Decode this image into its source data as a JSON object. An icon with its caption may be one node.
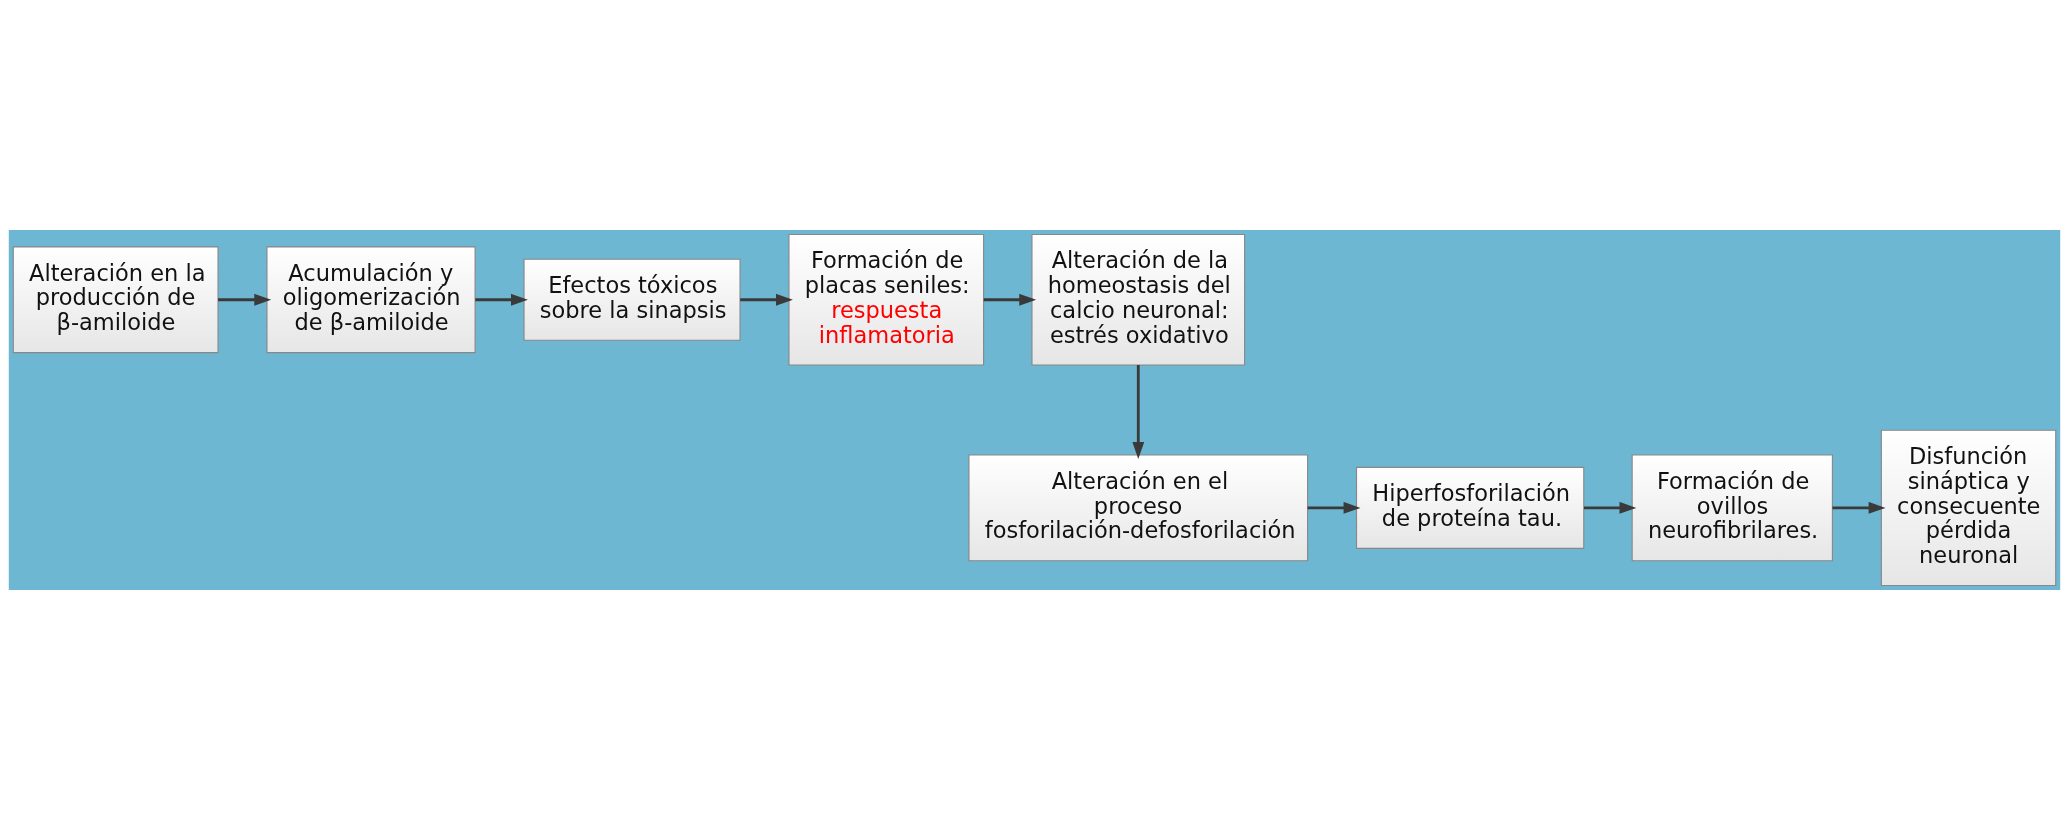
{
  "diagram": {
    "nodes": [
      {
        "text": [
          "Alteración en la producción de β-amiloide"
        ]
      },
      {
        "text": [
          "Acumulación y oligomerización de β-amiloide"
        ]
      },
      {
        "text": [
          "Efectos tóxicos sobre la sinapsis"
        ]
      },
      {
        "text": [
          "Formación de placas seniles:",
          "respuesta inflamatoria"
        ]
      },
      {
        "text": [
          "Alteración de la homeostasis del calcio neuronal: estrés oxidativo"
        ]
      },
      {
        "text": [
          "Alteración en el proceso fosforilación-defosforilación"
        ]
      },
      {
        "text": [
          "Hiperfosforilación de proteína tau."
        ]
      },
      {
        "text": [
          "Formación de ovillos neurofibrilares."
        ]
      },
      {
        "text": [
          "Disfunción sináptica y consecuente pérdida neuronal"
        ]
      }
    ],
    "edges": [
      {
        "from": 0,
        "to": 1,
        "arrow": "to"
      },
      {
        "from": 1,
        "to": 2,
        "arrow": "to"
      },
      {
        "from": 2,
        "to": 3,
        "arrow": "to"
      },
      {
        "from": 3,
        "to": 4,
        "arrow": "to"
      },
      {
        "from": 4,
        "to": 5,
        "arrow": "to"
      },
      {
        "from": 5,
        "to": 6,
        "arrow": "to"
      },
      {
        "from": 6,
        "to": 7,
        "arrow": "to"
      },
      {
        "from": 7,
        "to": 8,
        "arrow": "to"
      }
    ]
  }
}
